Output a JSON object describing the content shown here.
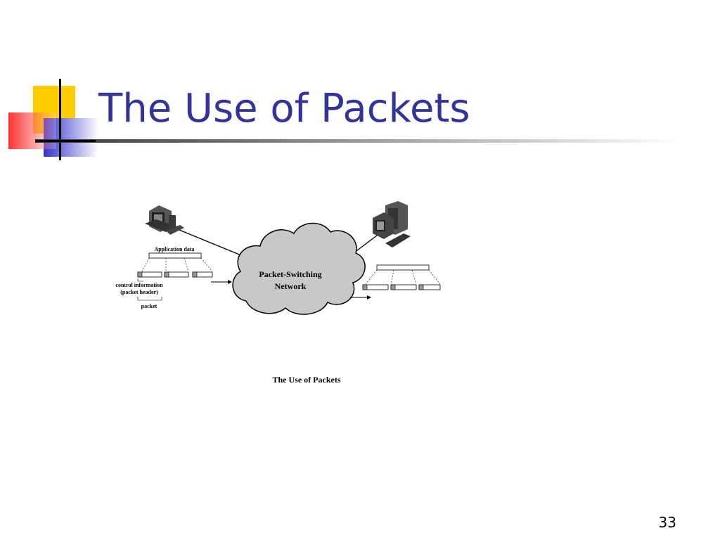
{
  "slide": {
    "title": "The Use of Packets",
    "page_number": "33"
  },
  "colors": {
    "title": "#333399",
    "accent_yellow": "#ffcc00",
    "accent_blue": "#3333cc",
    "accent_red": "#ff3333",
    "rule": "#333333",
    "cloud_fill": "#c8c8c8"
  },
  "diagram": {
    "application_data_label": "Application data",
    "cloud_label_line1": "Packet-Switching",
    "cloud_label_line2": "Network",
    "control_info_label_line1": "control information",
    "control_info_label_line2": "(packet header)",
    "packet_label": "packet",
    "caption": "The Use of Packets",
    "sender_icon": "computer-icon",
    "receiver_icon": "computer-icon"
  }
}
